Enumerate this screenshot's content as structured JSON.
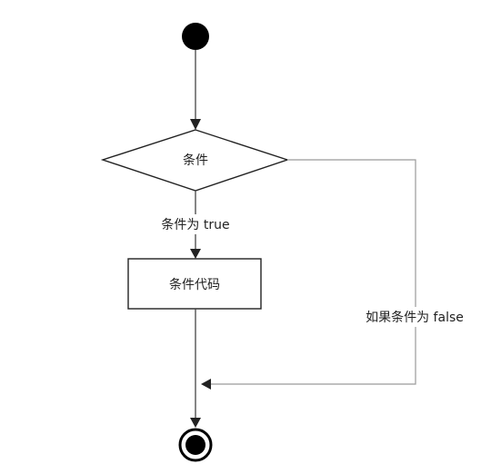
{
  "diagram": {
    "decision_label": "条件",
    "true_label": "条件为 true",
    "action_label": "条件代码",
    "false_label": "如果条件为 false"
  },
  "colors": {
    "stroke": "#222222",
    "line": "#444444",
    "loop_line": "#9a9a9a",
    "node_fill": "#ffffff",
    "start_fill": "#000000"
  },
  "icons": {
    "start": "initial-node-icon",
    "end": "final-node-icon"
  }
}
